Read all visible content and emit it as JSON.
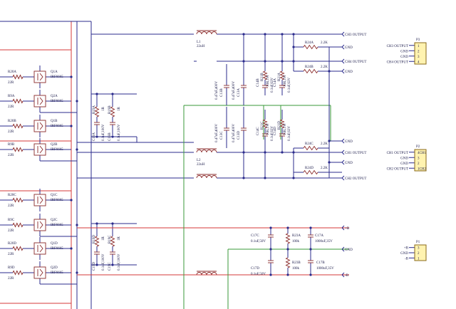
{
  "mosfets": [
    {
      "res": "R20A",
      "res_val": "22R",
      "q": "Q1A",
      "part": "IRF6665"
    },
    {
      "res": "R9A",
      "res_val": "22R",
      "q": "Q2A",
      "part": "IRF6665"
    },
    {
      "res": "R20B",
      "res_val": "22R",
      "q": "Q1B",
      "part": "IRF6665"
    },
    {
      "res": "R9B",
      "res_val": "22R",
      "q": "Q2B",
      "part": "IRF6665"
    },
    {
      "res": "R20C",
      "res_val": "22R",
      "q": "Q1C",
      "part": "IRF6665"
    },
    {
      "res": "R9C",
      "res_val": "22R",
      "q": "Q2C",
      "part": "IRF6665"
    },
    {
      "res": "R20D",
      "res_val": "22R",
      "q": "Q1D",
      "part": "IRF6665"
    },
    {
      "res": "R9D",
      "res_val": "22R",
      "q": "Q2D",
      "part": "IRF6665"
    }
  ],
  "snubbers": [
    {
      "r": "R19A",
      "r_val": "1R",
      "c": "C19A",
      "c_val": "0.1uF,100V"
    },
    {
      "r": "R19B",
      "r_val": "1R",
      "c": "C19B",
      "c_val": "0.1uF,100V"
    },
    {
      "r": "R19D",
      "r_val": "1R",
      "c": "C19D",
      "c_val": "0.1uF,100V"
    },
    {
      "r": "R19C",
      "r_val": "1R",
      "c": "C19C",
      "c_val": "0.1uF,100V"
    }
  ],
  "inductors": [
    {
      "ref": "L1",
      "val": "22uH"
    },
    {
      "ref": "L2",
      "val": "22uH"
    }
  ],
  "filter_caps": [
    {
      "ref": "C13B",
      "val": "0.47uF,400V"
    },
    {
      "ref": "C13A",
      "val": "0.47uF,400V"
    },
    {
      "ref": "C13C",
      "val": "0.47uF,400V"
    },
    {
      "ref": "C13D",
      "val": "0.47uF,400V"
    }
  ],
  "zobel": [
    {
      "r": "R21B",
      "r_val": "10R,1W",
      "c": "C14B",
      "c_val": "0.1uF,63V"
    },
    {
      "r": "R21A",
      "r_val": "10R,1W",
      "c": "C14A",
      "c_val": "0.1uF,63V"
    },
    {
      "r": "R21C",
      "r_val": "10R,1W",
      "c": "C14C",
      "c_val": "0.1uF,63V"
    },
    {
      "r": "R21D",
      "r_val": "10R,1W",
      "c": "C14D",
      "c_val": "0.1uF,63V"
    }
  ],
  "out_res": [
    {
      "ref": "R24A",
      "val": "2.2K"
    },
    {
      "ref": "R24B",
      "val": "2.2K"
    },
    {
      "ref": "R24C",
      "val": "2.2K"
    },
    {
      "ref": "R24D",
      "val": "2.2K"
    }
  ],
  "nets": {
    "ch3_out": "CH3 OUTPUT",
    "ch4_out": "CH4 OUTPUT",
    "ch1_out": "CH1 OUTPUT",
    "ch2_out": "CH2 OUTPUT",
    "gnd": "GND",
    "plus_b": "+B",
    "minus_b": "-B"
  },
  "supply": {
    "c17c": "C17C",
    "c17c_val": "0.1uF,50V",
    "r23a": "R23A",
    "r23a_val": "100k",
    "c17a": "C17A",
    "c17a_val": "1000uF,35V",
    "c17d": "C17D",
    "c17d_val": "0.1uF,50V",
    "r23b": "R23B",
    "r23b_val": "100k",
    "c17b": "C17B",
    "c17b_val": "1000uF,35V"
  },
  "connectors": [
    {
      "ref": "P3",
      "pins": [
        {
          "label": "CH3 OUTPUT",
          "num": "1"
        },
        {
          "label": "GND",
          "num": "2"
        },
        {
          "label": "GND",
          "num": "3"
        },
        {
          "label": "CH4 OUTPUT",
          "num": "4"
        }
      ]
    },
    {
      "ref": "P2",
      "pins": [
        {
          "label": "CH1 OUTPUT",
          "num": "4CH1"
        },
        {
          "label": "GND",
          "num": "3"
        },
        {
          "label": "GND",
          "num": "2"
        },
        {
          "label": "CH2 OUTPUT",
          "num": "1CH2"
        }
      ]
    },
    {
      "ref": "P1",
      "pins": [
        {
          "label": "+B",
          "num": "3"
        },
        {
          "label": "GND",
          "num": "2"
        },
        {
          "label": "-B",
          "num": "1"
        }
      ]
    }
  ]
}
